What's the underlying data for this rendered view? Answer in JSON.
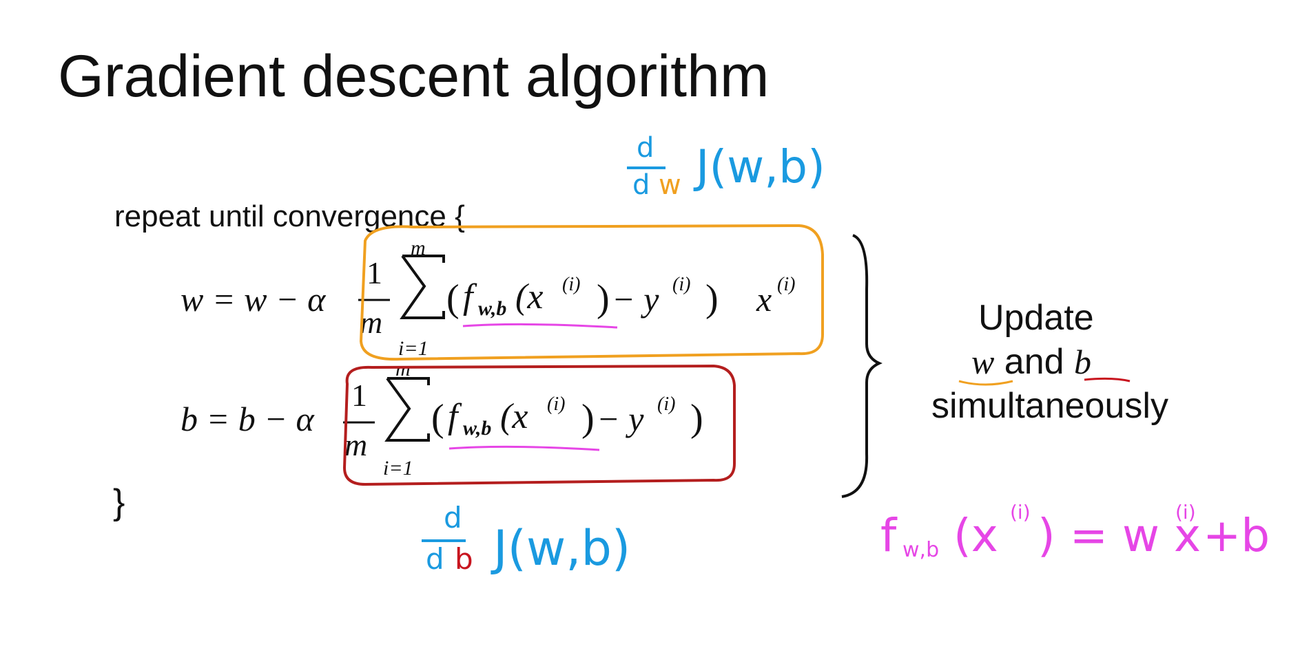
{
  "title": "Gradient descent algorithm",
  "loop": {
    "header": "repeat until convergence {",
    "close": "}"
  },
  "w_update": {
    "lhs": "w = w − α",
    "frac_num": "1",
    "frac_den": "m",
    "sum_top": "m",
    "sum_bottom": "i=1",
    "body_open": "(",
    "f": "f",
    "f_sub": "w,b",
    "x_arg": "(x",
    "sup_i": "(i)",
    "x_close": ")",
    "minus_y": " − y",
    "y_sup": "(i)",
    "body_close": ")",
    "x_tail": "x",
    "x_tail_sup": "(i)"
  },
  "b_update": {
    "lhs": "b = b − α",
    "frac_num": "1",
    "frac_den": "m",
    "sum_top": "m",
    "sum_bottom": "i=1",
    "body_open": "(",
    "f": "f",
    "f_sub": "w,b",
    "x_arg": "(x",
    "sup_i": "(i)",
    "x_close": ")",
    "minus_y": " − y",
    "y_sup": "(i)",
    "body_close": ")"
  },
  "side_note": {
    "line1": "Update",
    "w": "w",
    "and": " and ",
    "b": "b",
    "line3": "simultaneously"
  },
  "annotations": {
    "dw_d_top": "d",
    "dw_d_bottom": "d",
    "dw_var": "w",
    "dw_J": "J(w,b)",
    "db_d_top": "d",
    "db_d_bottom": "d",
    "db_var": "b",
    "db_J": "J(w,b)",
    "model_f": "f",
    "model_sub": "w,b",
    "model_lhs": "(x",
    "model_sup1": "(i)",
    "model_mid": ") = w x",
    "model_sup2": "(i)",
    "model_tail": "+b"
  },
  "colors": {
    "orange_box": "#f0a020",
    "red_box": "#b41e1e",
    "pink_underline": "#e646e6",
    "blue_ink": "#1a9ae0"
  }
}
